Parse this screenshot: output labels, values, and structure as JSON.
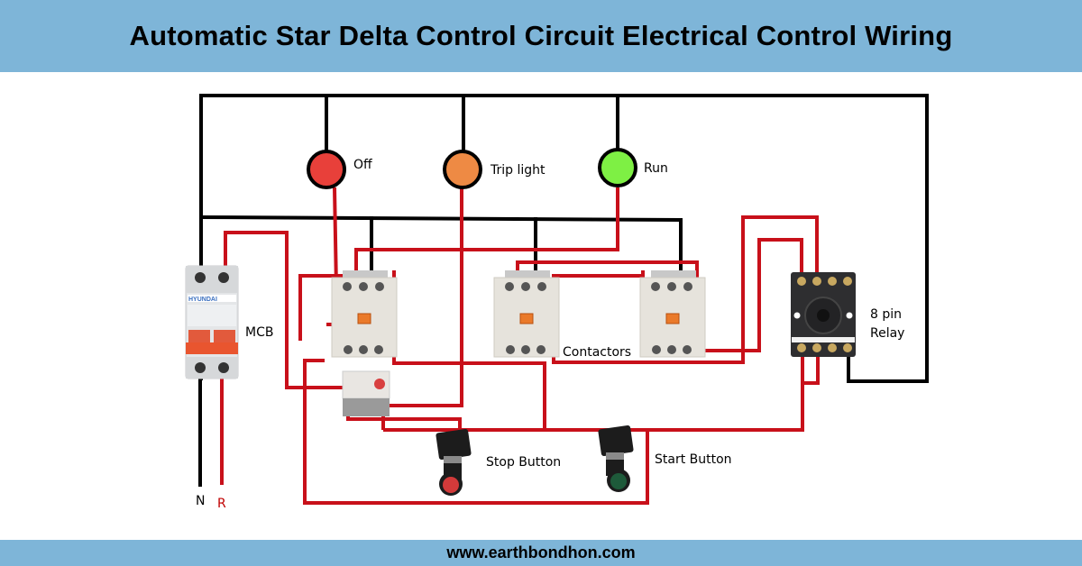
{
  "title": "Automatic Star Delta Control Circuit Electrical Control Wiring",
  "footer_url": "www.earthbondhon.com",
  "colors": {
    "banner": "#7eb5d8",
    "wire_red": "#c8101a",
    "wire_black": "#000000",
    "lamp_off": "#e8403a",
    "lamp_trip": "#ee8a44",
    "lamp_run": "#7ef044",
    "button_stop": "#d23a3a",
    "button_start": "#1e5a3a"
  },
  "lamps": [
    {
      "id": "off",
      "label": "Off"
    },
    {
      "id": "trip",
      "label": "Trip light"
    },
    {
      "id": "run",
      "label": "Run"
    }
  ],
  "components": {
    "mcb_label": "MCB",
    "mcb_brand": "HYUNDAI",
    "contactors_label": "Contactors",
    "relay_label_line1": "8 pin",
    "relay_label_line2": "Relay",
    "stop_button_label": "Stop Button",
    "start_button_label": "Start Button"
  },
  "supply": {
    "neutral_label": "N",
    "line_label": "R"
  }
}
